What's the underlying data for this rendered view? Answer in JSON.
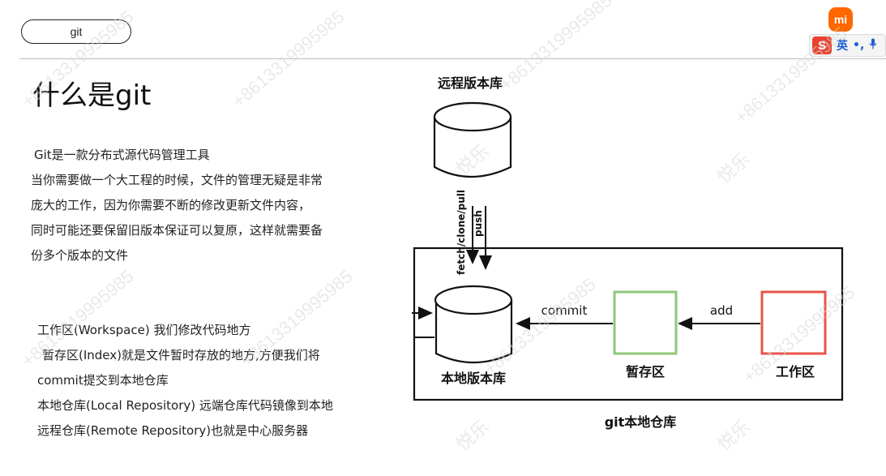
{
  "header": {
    "tag_label": "git"
  },
  "page": {
    "title": "什么是git"
  },
  "intro": {
    "lines": [
      "Git是一款分布式源代码管理工具",
      "当你需要做一个大工程的时候，文件的管理无疑是非常",
      "庞大的工作，因为你需要不断的修改更新文件内容，",
      "同时可能还要保留旧版本保证可以复原，这样就需要备",
      "份多个版本的文件"
    ]
  },
  "terms": {
    "lines": [
      "工作区(Workspace) 我们修改代码地方",
      "暂存区(Index)就是文件暂时存放的地方,方便我们将",
      "commit提交到本地仓库",
      "本地仓库(Local Repository)  远端仓库代码镜像到本地",
      "远程仓库(Remote Repository)也就是中心服务器"
    ]
  },
  "diagram": {
    "remote_repo_label": "远程版本库",
    "fetch_label": "fetch/clone/pull",
    "push_label": "push",
    "local_repo_label": "本地版本库",
    "index_label": "暂存区",
    "workspace_label": "工作区",
    "commit_label": "commit",
    "add_label": "add",
    "container_label": "git本地仓库",
    "colors": {
      "index_box": "#8fc77a",
      "workspace_box": "#e8544a",
      "stroke": "#111111"
    }
  },
  "watermarks": [
    "+8613319995985",
    "悦乐"
  ],
  "system_tray": {
    "mi_logo": "mi",
    "ime_logo": "S",
    "ime_lang": "英",
    "ime_punct": "•,",
    "ime_mic_icon": "microphone-icon"
  }
}
